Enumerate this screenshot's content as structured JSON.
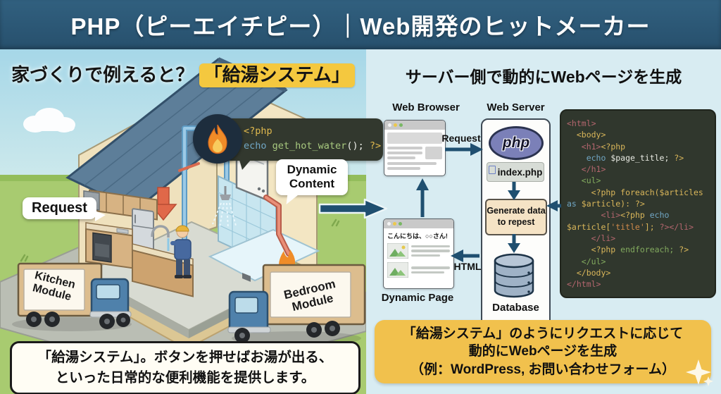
{
  "header": {
    "title": "PHP（ピーエイチピー）｜Web開発のヒットメーカー"
  },
  "left_panel": {
    "title_plain": "家づくりで例えると？",
    "title_highlight": "「給湯システム」",
    "request_label": "Request",
    "dynamic_content_line1": "Dynamic",
    "dynamic_content_line2": "Content",
    "code_bubble": {
      "php_open": "<?php",
      "echo_kw": "echo ",
      "fn_name": "get_hot_water",
      "fn_tail": "(); ",
      "php_close": "?>"
    },
    "truck_left": {
      "line1": "Kitchen",
      "line2": "Module"
    },
    "truck_right": {
      "line1": "Bedroom",
      "line2": "Module"
    },
    "note_line1": "「給湯システム」。ボタンを押せばお湯が出る、",
    "note_line2": "といった日常的な便利機能を提供します。"
  },
  "right_panel": {
    "title": "サーバー側で動的にWebページを生成",
    "web_browser_label": "Web Browser",
    "web_server_label": "Web Server",
    "request_label": "Request",
    "php_logo_text": "php",
    "index_php_label": "index.php",
    "generate_line1": "Generate data",
    "generate_line2": "to repest",
    "database_label": "Database",
    "html_label": "HTML",
    "dynamic_page_label": "Dynamic Page",
    "dynamic_page_greeting": "こんにちは、○○さん!",
    "note_line1": "「給湯システム」のようにリクエストに応じて",
    "note_line2": "動的にWebページを生成",
    "note_line3": "（例：WordPress, お問い合わせフォーム）"
  },
  "code_block": {
    "palette": {
      "r": "#b4666e",
      "y": "#d9b65a",
      "b": "#71a7c5",
      "g": "#82aa5e",
      "w": "#e8eae2",
      "o": "#cf8a4a"
    },
    "lines": [
      [
        [
          "r",
          "<html>"
        ]
      ],
      [
        [
          "y",
          "  <body>"
        ]
      ],
      [
        [
          "r",
          "   <h1>"
        ],
        [
          "y",
          "<?php"
        ]
      ],
      [
        [
          "b",
          "    echo "
        ],
        [
          "w",
          "$page_title; "
        ],
        [
          "y",
          "?>"
        ]
      ],
      [
        [
          "r",
          "   </h1>"
        ]
      ],
      [
        [
          "g",
          "   <ul>"
        ]
      ],
      [
        [
          "y",
          "     <?php foreach($articles"
        ]
      ],
      [
        [
          "b",
          "as "
        ],
        [
          "y",
          "$article): ?>"
        ]
      ],
      [
        [
          "r",
          "       <li>"
        ],
        [
          "y",
          "<?php "
        ],
        [
          "b",
          "echo"
        ]
      ],
      [
        [
          "y",
          "$article["
        ],
        [
          "o",
          "'title'"
        ],
        [
          "y",
          "]; "
        ],
        [
          "r",
          "?></li>"
        ]
      ],
      [
        [
          "r",
          "     </li>"
        ]
      ],
      [
        [
          "y",
          "     <?php "
        ],
        [
          "g",
          "endforeach; "
        ],
        [
          "y",
          "?>"
        ]
      ],
      [
        [
          "g",
          "   </ul>"
        ]
      ],
      [
        [
          "y",
          "  </body>"
        ]
      ],
      [
        [
          "r",
          "</html>"
        ]
      ]
    ]
  },
  "colors": {
    "header_bg": "#2b5777",
    "accent_navy": "#1f4f70",
    "title_highlight": "#f4c83f",
    "note_yellow": "#f1c14d",
    "code_bg": "#30372d",
    "php_purple": "#7b80b8"
  }
}
